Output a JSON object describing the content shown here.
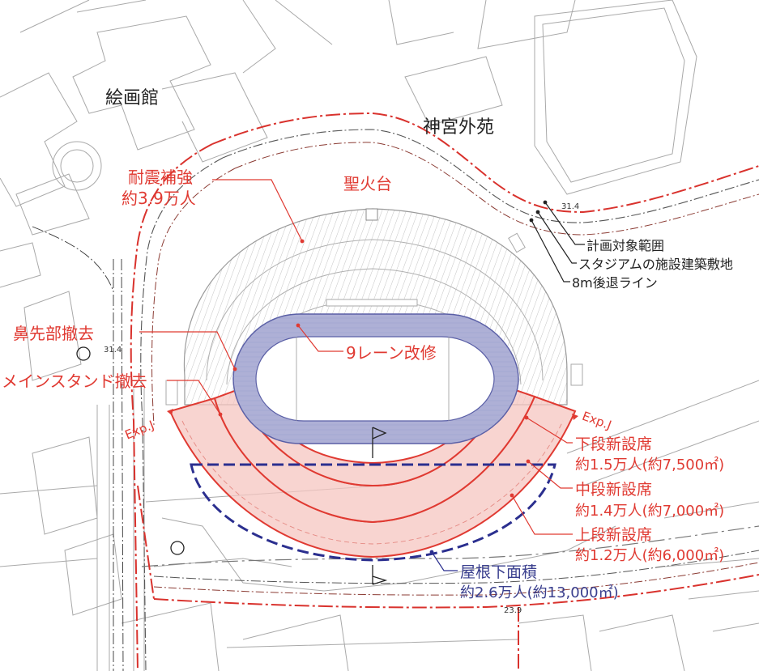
{
  "colors": {
    "red": "#e03a32",
    "red_fill": "#f6c5c0",
    "blue": "#2b2f8f",
    "track_fill": "#aeb0d6",
    "line": "#9a9a9a",
    "dark": "#222222"
  },
  "place_labels": {
    "kaigakan": "絵画館",
    "jingu_gaien": "神宮外苑"
  },
  "red_labels": {
    "seismic_title": "耐震補強",
    "seismic_count": "約3.9万人",
    "cauldron": "聖火台",
    "nose_removal": "鼻先部撤去",
    "main_stand_removal": "メインスタンド撤去",
    "exp_j_left": "Exp.J",
    "exp_j_right": "Exp.J",
    "lower_tier_title": "下段新設席",
    "lower_tier_count": "約1.5万人(約7,500㎡)",
    "middle_tier_title": "中段新設席",
    "middle_tier_count": "約1.4万人(約7,000㎡)",
    "upper_tier_title": "上段新設席",
    "upper_tier_count": "約1.2万人(約6,000㎡)",
    "track_renovation": "9レーン改修"
  },
  "blue_labels": {
    "roof_title": "屋根下面積",
    "roof_count": "約2.6万人(約13,000㎡)"
  },
  "legend": {
    "plan_area": "計画対象範囲",
    "stadium_site": "スタジアムの施設建築敷地",
    "setback_line": "8m後退ライン"
  },
  "elevations": {
    "top_right": "31.4",
    "left": "31.4",
    "bottom": "23.9"
  }
}
